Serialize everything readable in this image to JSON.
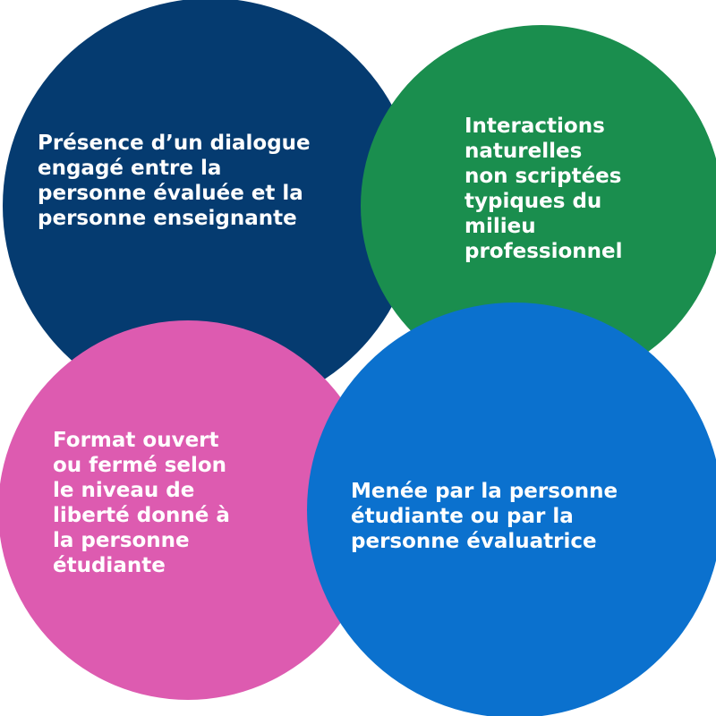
{
  "palette": {
    "navy": "#053B70",
    "green": "#1A8E4E",
    "pink": "#DD5BB0",
    "blue": "#0B71CE",
    "text": "#FFFFFF"
  },
  "circles": {
    "top_left": {
      "color": "#053B70",
      "text": "Présence d’un dialogue\nengagé entre la\npersonne évaluée et la\npersonne enseignante"
    },
    "top_right": {
      "color": "#1A8E4E",
      "text": "Interactions\nnaturelles\nnon scriptées\ntypiques du\nmilieu\nprofessionnel"
    },
    "bottom_left": {
      "color": "#DD5BB0",
      "text": "Format ouvert\nou fermé selon\nle niveau de\nliberté donné à\nla personne\nétudiante"
    },
    "bottom_right": {
      "color": "#0B71CE",
      "text": "Menée par la personne\nétudiante ou par la\npersonne évaluatrice"
    }
  }
}
